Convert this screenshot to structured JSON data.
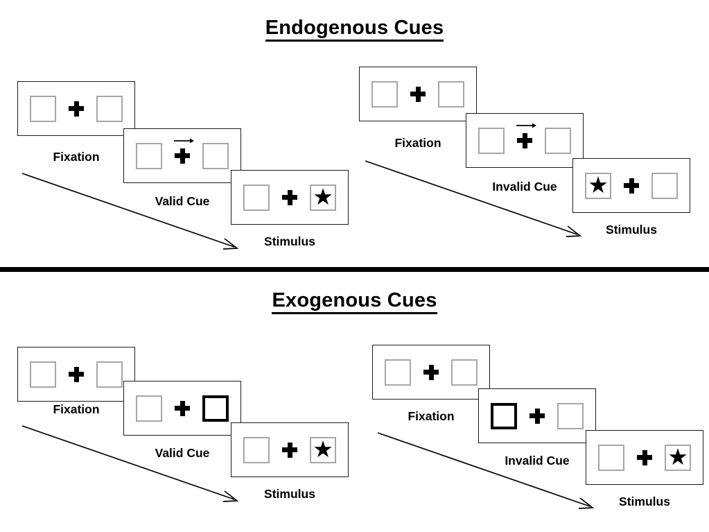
{
  "figure": {
    "sections": [
      {
        "id": "endogenous",
        "title": "Endogenous Cues",
        "columns": [
          {
            "id": "endogenous-valid",
            "cue_label": "Valid Cue",
            "frames": [
              {
                "stage": "fixation",
                "caption": "Fixation",
                "left_box": "empty",
                "right_box": "empty",
                "center": "plus",
                "cue": "none"
              },
              {
                "stage": "cue",
                "caption": "Valid Cue",
                "left_box": "empty",
                "right_box": "empty",
                "center": "plus",
                "cue": "arrow-right"
              },
              {
                "stage": "stimulus",
                "caption": "Stimulus",
                "left_box": "empty",
                "right_box": "star",
                "center": "plus",
                "cue": "none"
              }
            ]
          },
          {
            "id": "endogenous-invalid",
            "cue_label": "Invalid Cue",
            "frames": [
              {
                "stage": "fixation",
                "caption": "Fixation",
                "left_box": "empty",
                "right_box": "empty",
                "center": "plus",
                "cue": "none"
              },
              {
                "stage": "cue",
                "caption": "Invalid Cue",
                "left_box": "empty",
                "right_box": "empty",
                "center": "plus",
                "cue": "arrow-right"
              },
              {
                "stage": "stimulus",
                "caption": "Stimulus",
                "left_box": "star",
                "right_box": "empty",
                "center": "plus",
                "cue": "none"
              }
            ]
          }
        ]
      },
      {
        "id": "exogenous",
        "title": "Exogenous Cues",
        "columns": [
          {
            "id": "exogenous-valid",
            "cue_label": "Valid Cue",
            "frames": [
              {
                "stage": "fixation",
                "caption": "Fixation",
                "left_box": "empty",
                "right_box": "empty",
                "center": "plus",
                "cue": "none"
              },
              {
                "stage": "cue",
                "caption": "Valid Cue",
                "left_box": "empty",
                "right_box": "highlight",
                "center": "plus",
                "cue": "peripheral-right"
              },
              {
                "stage": "stimulus",
                "caption": "Stimulus",
                "left_box": "empty",
                "right_box": "star",
                "center": "plus",
                "cue": "none"
              }
            ]
          },
          {
            "id": "exogenous-invalid",
            "cue_label": "Invalid Cue",
            "frames": [
              {
                "stage": "fixation",
                "caption": "Fixation",
                "left_box": "empty",
                "right_box": "empty",
                "center": "plus",
                "cue": "none"
              },
              {
                "stage": "cue",
                "caption": "Invalid Cue",
                "left_box": "highlight",
                "right_box": "empty",
                "center": "plus",
                "cue": "peripheral-left"
              },
              {
                "stage": "stimulus",
                "caption": "Stimulus",
                "left_box": "empty",
                "right_box": "star",
                "center": "plus",
                "cue": "none"
              }
            ]
          }
        ]
      }
    ],
    "glyphs": {
      "star": "★"
    },
    "colors": {
      "ink": "#000000",
      "frame_border": "#1a1a1a",
      "box_border": "#a6a6a6",
      "cue_box_border": "#000000",
      "background": "#ffffff"
    }
  }
}
